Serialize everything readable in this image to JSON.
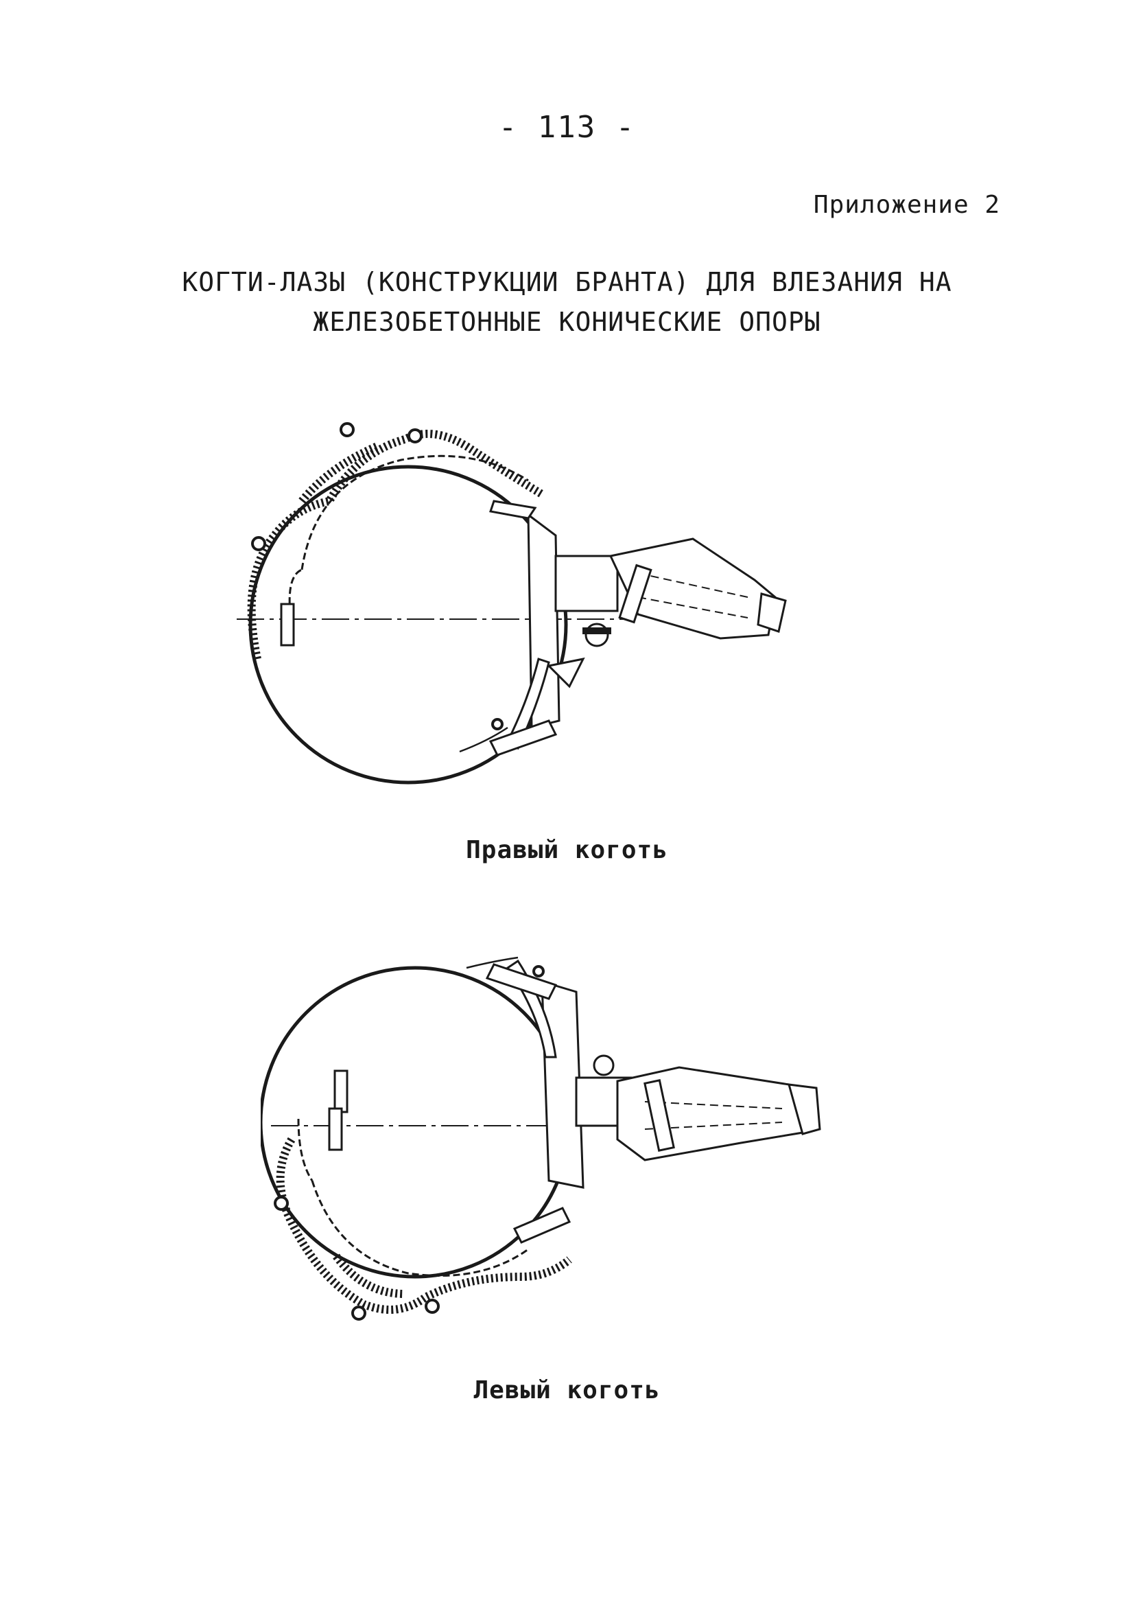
{
  "page": {
    "number": "- 113 -",
    "appendix": "Приложение 2"
  },
  "title": {
    "line1": "КОГТИ-ЛАЗЫ (КОНСТРУКЦИИ БРАНТА) ДЛЯ ВЛЕЗАНИЯ НА",
    "line2": "ЖЕЛЕЗОБЕТОННЫЕ КОНИЧЕСКИЕ ОПОРЫ"
  },
  "figures": [
    {
      "caption": "Правый коготь",
      "icon": "climbing-spur-drawing"
    },
    {
      "caption": "Левый коготь",
      "icon": "climbing-spur-drawing"
    }
  ]
}
